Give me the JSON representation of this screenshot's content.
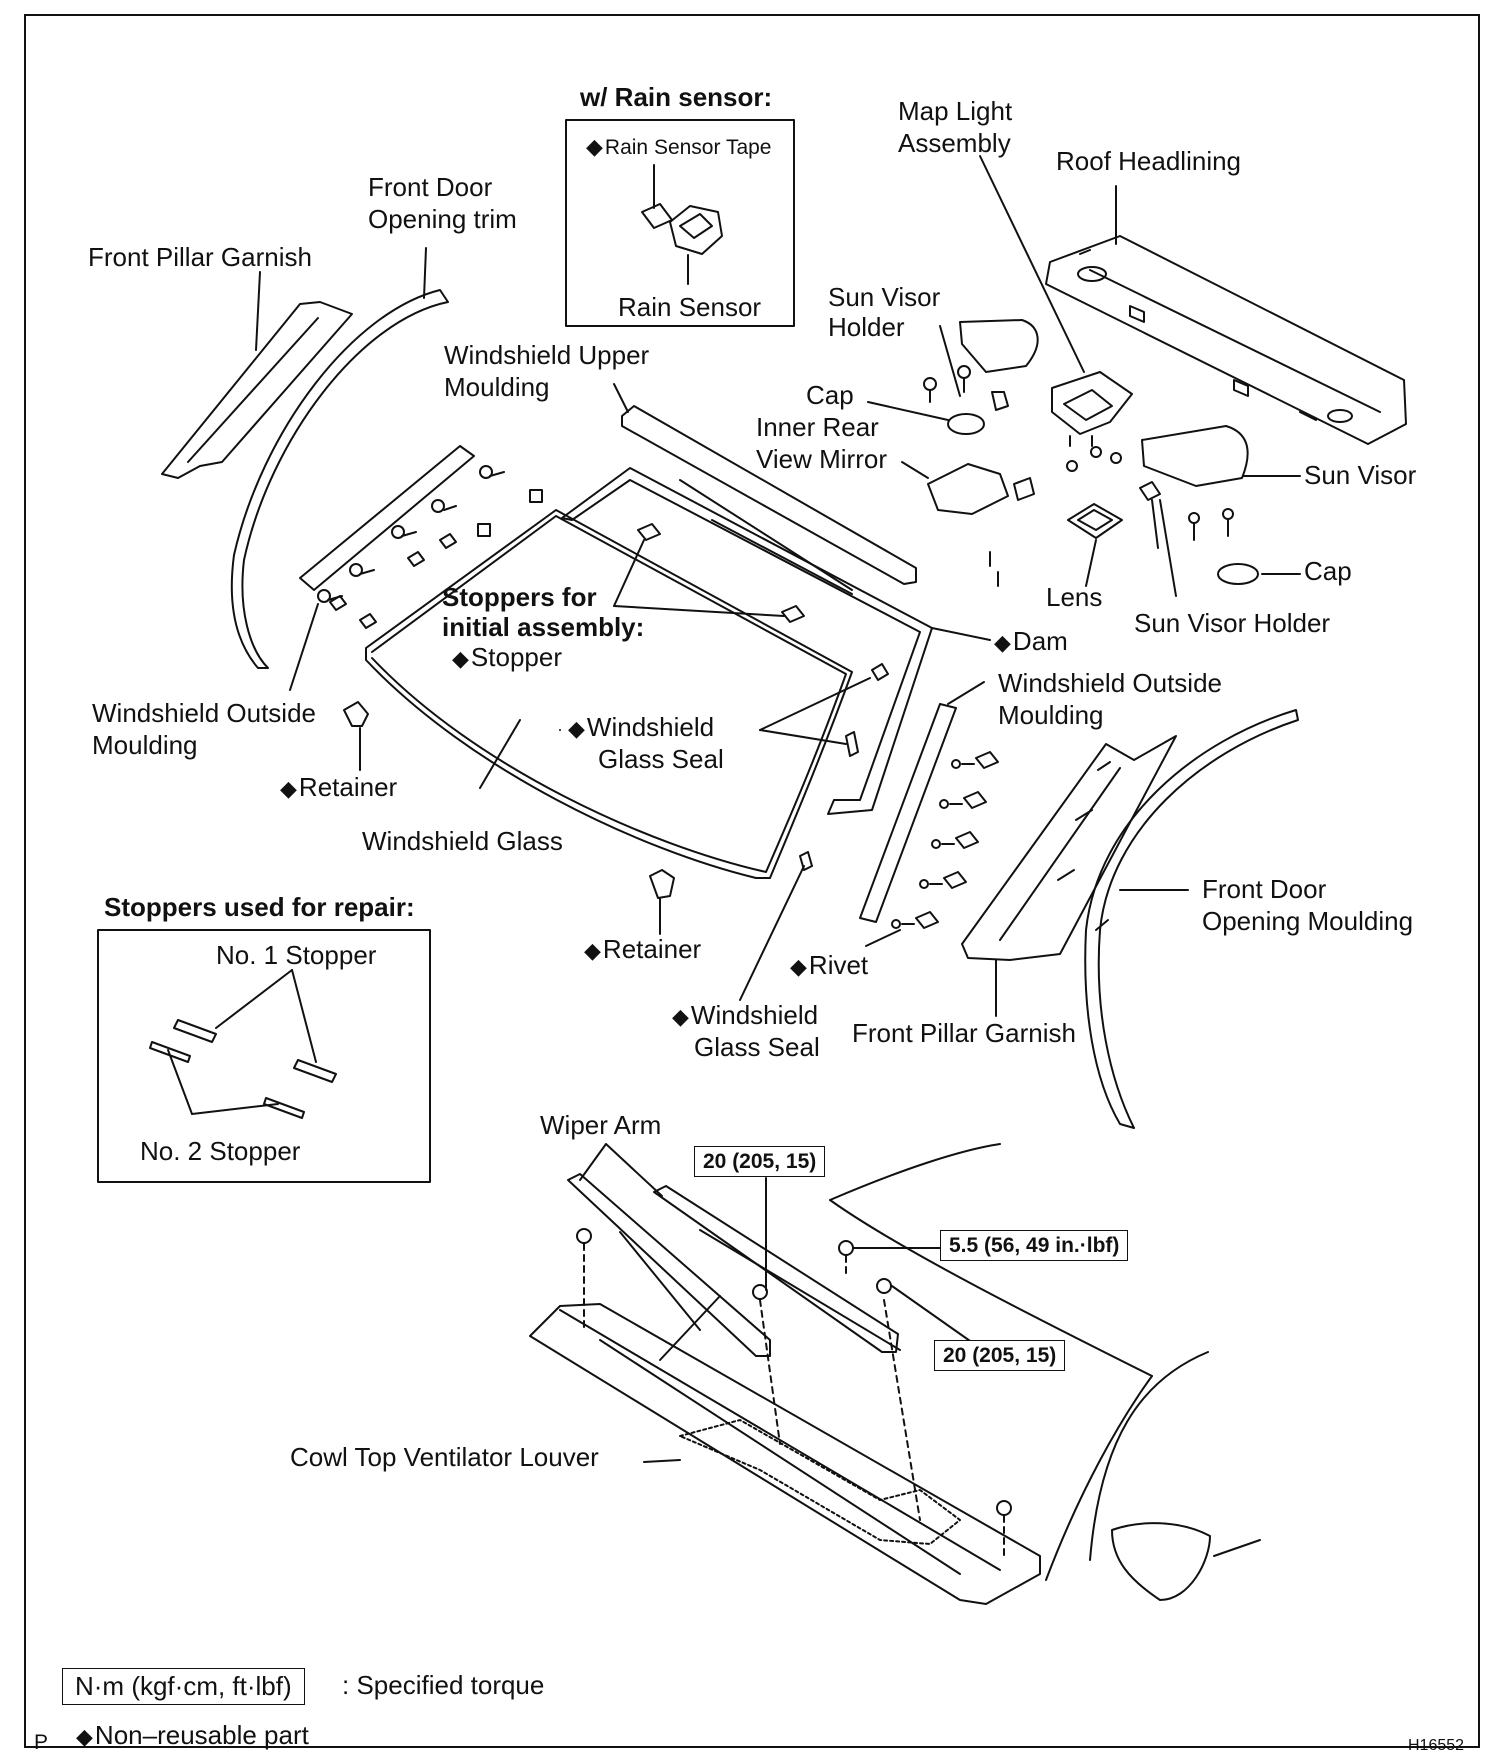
{
  "labels": {
    "rain_sensor_header": "w/ Rain sensor:",
    "rain_sensor_tape": "Rain Sensor Tape",
    "rain_sensor": "Rain Sensor",
    "map_light": [
      "Map Light",
      "Assembly"
    ],
    "roof_headlining": "Roof Headlining",
    "front_door_opening_trim": [
      "Front Door",
      "Opening trim"
    ],
    "front_pillar_garnish_top": "Front Pillar Garnish",
    "windshield_upper_moulding": [
      "Windshield Upper",
      "Moulding"
    ],
    "sun_visor_holder_top": [
      "Sun Visor",
      "Holder"
    ],
    "cap_top": "Cap",
    "inner_rear_view_mirror": [
      "Inner Rear",
      "View Mirror"
    ],
    "sun_visor": "Sun Visor",
    "cap_right": "Cap",
    "lens": "Lens",
    "sun_visor_holder_right": "Sun Visor Holder",
    "dam": "Dam",
    "stoppers_initial": [
      "Stoppers for",
      "initial assembly:"
    ],
    "stopper": "Stopper",
    "windshield_outside_moulding_left": [
      "Windshield Outside",
      "Moulding"
    ],
    "windshield_outside_moulding_right": [
      "Windshield Outside",
      "Moulding"
    ],
    "windshield_glass_seal_mid": [
      "Windshield",
      "Glass Seal"
    ],
    "retainer_left": "Retainer",
    "windshield_glass": "Windshield Glass",
    "front_door_opening_moulding": [
      "Front Door",
      "Opening Moulding"
    ],
    "stoppers_repair_header": "Stoppers used for repair:",
    "no1_stopper": "No. 1 Stopper",
    "no2_stopper": "No. 2 Stopper",
    "retainer_bottom": "Retainer",
    "rivet": "Rivet",
    "windshield_glass_seal_bottom": [
      "Windshield",
      "Glass Seal"
    ],
    "front_pillar_garnish_bottom": "Front Pillar Garnish",
    "wiper_arm": "Wiper Arm",
    "torque_1": "20 (205, 15)",
    "torque_2": "5.5 (56, 49 in.·lbf)",
    "torque_3": "20 (205, 15)",
    "cowl_top": "Cowl Top Ventilator Louver",
    "legend_torque_box": "N·m (kgf·cm, ft·lbf)",
    "legend_torque_text": ": Specified torque",
    "legend_nonreusable": "Non–reusable part",
    "corner_p": "P",
    "figure_id": "H16552"
  }
}
